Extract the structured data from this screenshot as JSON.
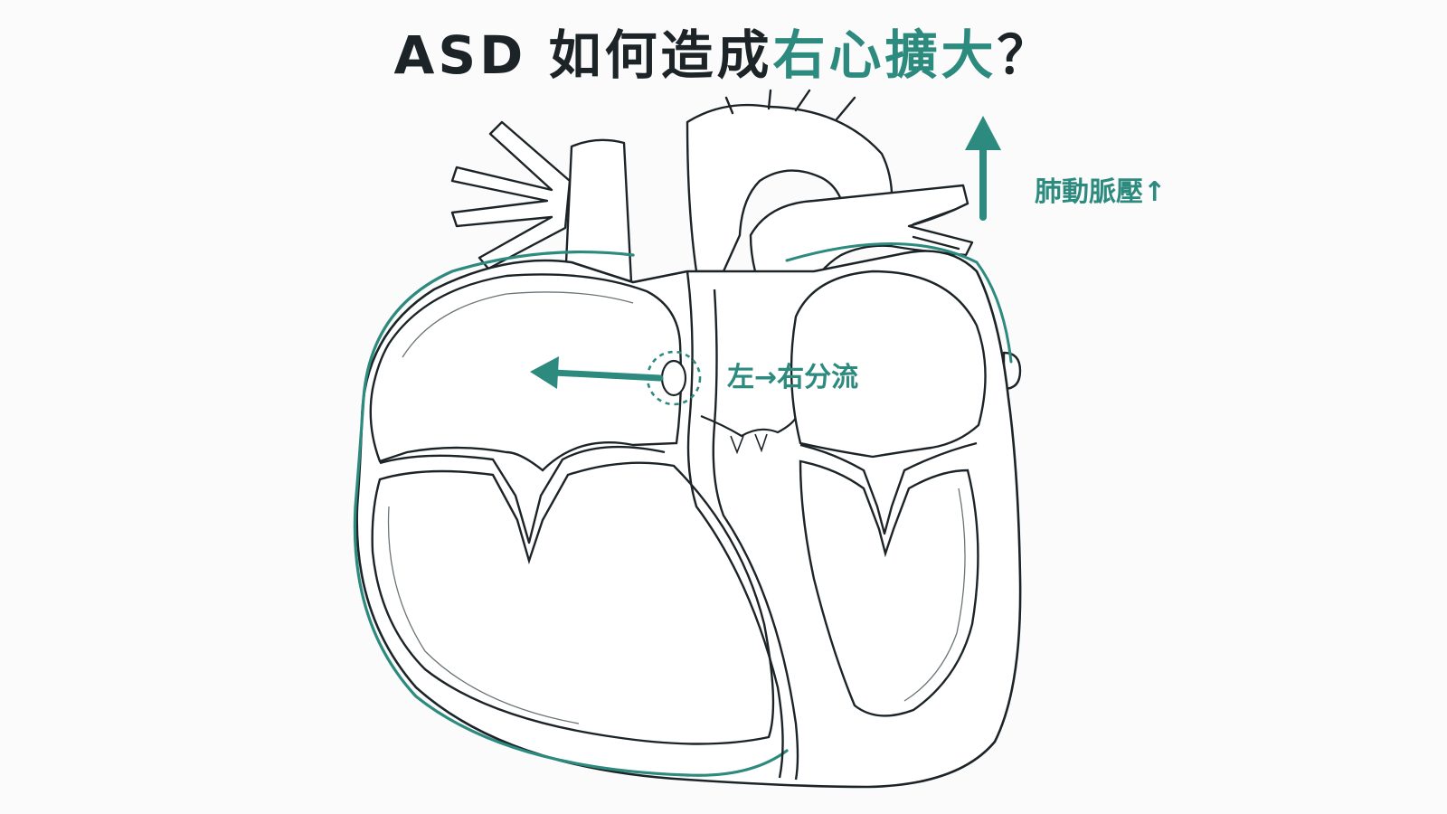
{
  "title": {
    "part1": "ASD 如何造成",
    "highlight": "右心擴大",
    "part2": "？"
  },
  "labels": {
    "shunt": "左→右分流",
    "pulmonary_pressure": "肺動脈壓↑"
  },
  "colors": {
    "accent": "#2d8a7e",
    "outline": "#1c2428",
    "background": "#fbfbfb"
  },
  "icons": [
    "left-arrow-icon",
    "up-arrow-icon"
  ]
}
